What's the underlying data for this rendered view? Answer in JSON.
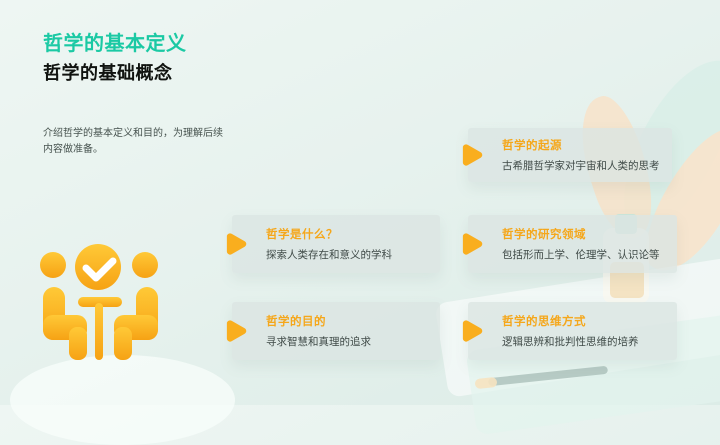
{
  "header": {
    "title": "哲学的基本定义",
    "subtitle": "哲学的基础概念"
  },
  "intro": "介绍哲学的基本定义和目的，为理解后续内容做准备。",
  "cards": [
    {
      "title": "哲学的起源",
      "desc": "古希腊哲学家对宇宙和人类的思考"
    },
    {
      "title": "哲学是什么？",
      "desc": "探索人类存在和意义的学科"
    },
    {
      "title": "哲学的研究领域",
      "desc": "包括形而上学、伦理学、认识论等"
    },
    {
      "title": "哲学的目的",
      "desc": "寻求智慧和真理的追求"
    },
    {
      "title": "哲学的思维方式",
      "desc": "逻辑思辨和批判性思维的培养"
    }
  ],
  "icons": {
    "meeting_icon": "meeting-table-with-checkmark",
    "card_arrow": "play-arrow-right"
  },
  "colors": {
    "accent_teal": "#1BC9A4",
    "accent_orange": "#F5A71B",
    "icon_yellow_light": "#FFC937",
    "icon_yellow_dark": "#F6A214",
    "background_mint": "#E6F1ED",
    "card_background": "#DBE5E2",
    "text_dark": "#3F4A47"
  }
}
